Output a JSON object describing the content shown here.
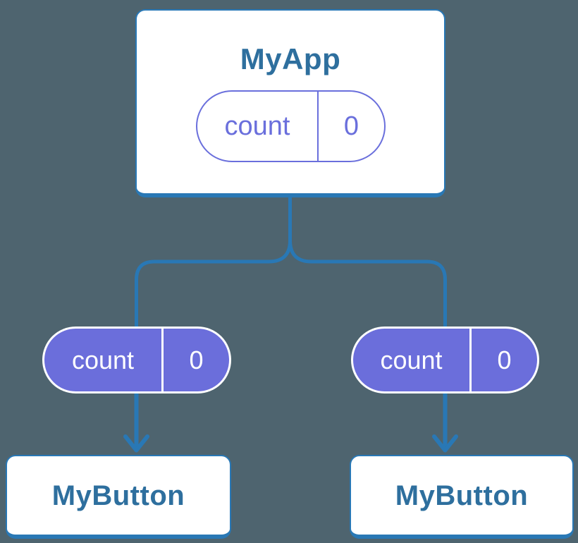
{
  "diagram": {
    "description": "Component tree with shared state: parent component holding state passed down to two child buttons",
    "root": {
      "title": "MyApp",
      "state": {
        "key": "count",
        "value": "0"
      }
    },
    "children": [
      {
        "title": "MyButton",
        "state": {
          "key": "count",
          "value": "0"
        }
      },
      {
        "title": "MyButton",
        "state": {
          "key": "count",
          "value": "0"
        }
      }
    ],
    "colors": {
      "background": "#4E646F",
      "connector_blue": "#2978B5",
      "component_text_blue": "#2E6F9E",
      "state_purple": "#6B6EDB",
      "card_fill": "#FFFFFF"
    }
  }
}
